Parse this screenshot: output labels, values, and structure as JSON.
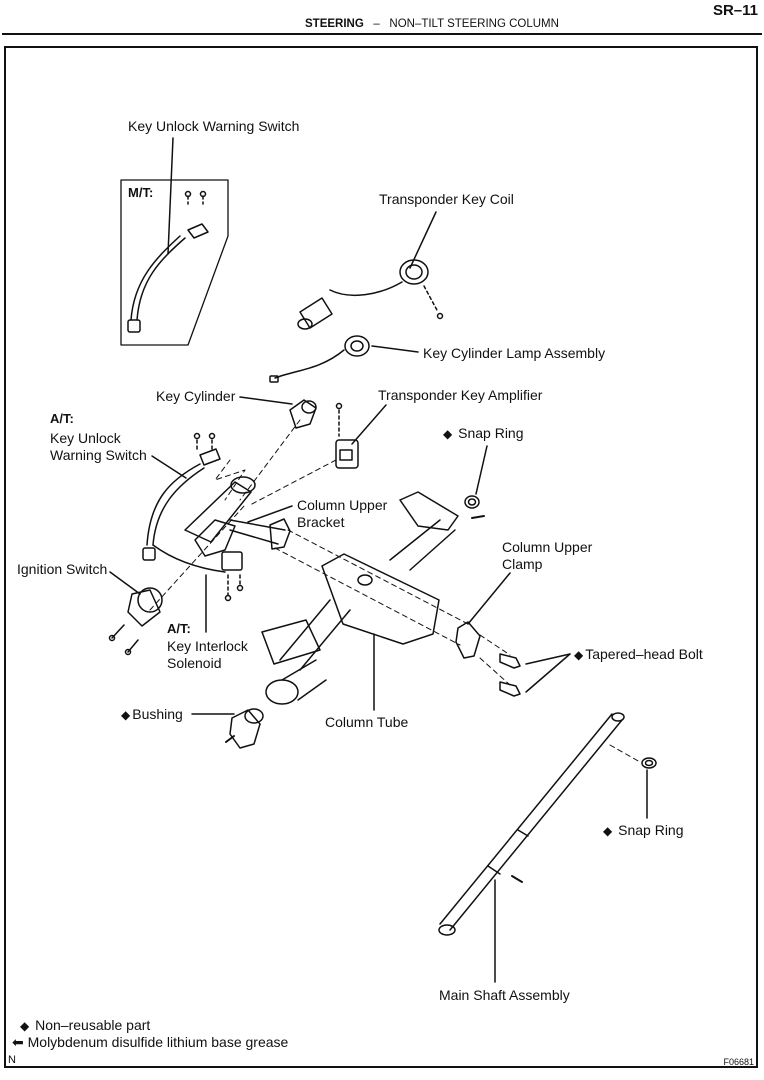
{
  "header": {
    "page_code": "SR–11",
    "section": "STEERING",
    "separator": "–",
    "subsection": "NON–TILT STEERING COLUMN"
  },
  "labels": {
    "key_unlock_warning_switch_mt": "Key Unlock Warning Switch",
    "mt_tag": "M/T:",
    "transponder_key_coil": "Transponder Key Coil",
    "key_cylinder_lamp_assembly": "Key Cylinder Lamp Assembly",
    "key_cylinder": "Key Cylinder",
    "transponder_key_amplifier": "Transponder Key Amplifier",
    "at_tag_1": "A/T:",
    "key_unlock_warning_switch_at_line1": "Key Unlock",
    "key_unlock_warning_switch_at_line2": "Warning Switch",
    "snap_ring_upper": "Snap Ring",
    "column_upper_bracket_line1": "Column Upper",
    "column_upper_bracket_line2": "Bracket",
    "column_upper_clamp_line1": "Column Upper",
    "column_upper_clamp_line2": "Clamp",
    "ignition_switch": "Ignition Switch",
    "at_tag_2": "A/T:",
    "key_interlock_solenoid_line1": "Key Interlock",
    "key_interlock_solenoid_line2": "Solenoid",
    "tapered_head_bolt": "Tapered–head Bolt",
    "bushing": "Bushing",
    "column_tube": "Column Tube",
    "snap_ring_lower": "Snap Ring",
    "main_shaft_assembly": "Main Shaft Assembly"
  },
  "symbols": {
    "non_reusable": "◆",
    "grease_arrow": "⬅"
  },
  "legend": [
    {
      "icon": "diamond-icon",
      "text": "Non–reusable part"
    },
    {
      "icon": "arrow-left-icon",
      "text": "Molybdenum disulfide lithium base grease"
    }
  ],
  "footer": {
    "corner_mark": "N",
    "figure_id": "F06681"
  }
}
